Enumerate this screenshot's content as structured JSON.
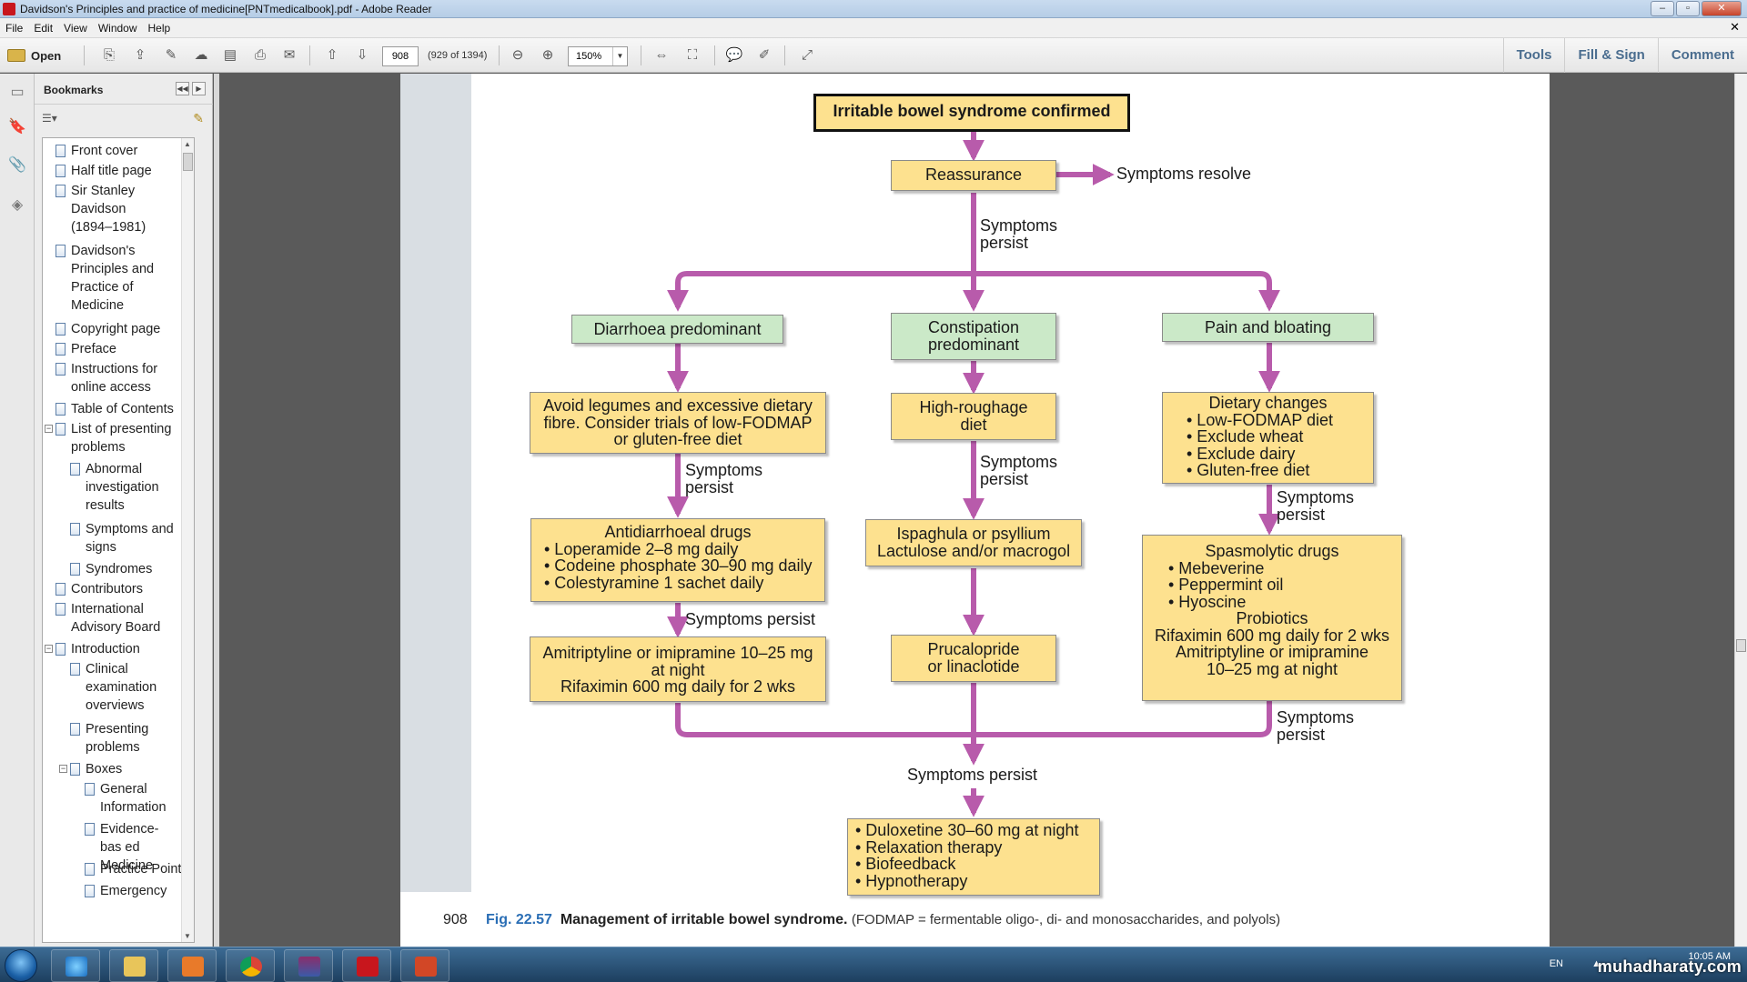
{
  "window": {
    "title": "Davidson's Principles and practice of medicine[PNTmedicalbook].pdf - Adobe Reader",
    "controls": [
      "–",
      "▫",
      "✕"
    ]
  },
  "menu": [
    "File",
    "Edit",
    "View",
    "Window",
    "Help"
  ],
  "toolbar": {
    "open_label": "Open",
    "page_value": "908",
    "page_of": "(929 of 1394)",
    "zoom_value": "150%",
    "links": [
      "Tools",
      "Fill & Sign",
      "Comment"
    ]
  },
  "bookmarks": {
    "title": "Bookmarks",
    "items": [
      {
        "label": "Front cover"
      },
      {
        "label": "Half title page"
      },
      {
        "label": "Sir Stanley Davidson (1894–1981)"
      },
      {
        "label": "Davidson's Principles and Practice of Medicine"
      },
      {
        "label": "Copyright page"
      },
      {
        "label": "Preface"
      },
      {
        "label": "Instructions for online access"
      },
      {
        "label": "Table of Contents"
      },
      {
        "label": "List of presenting problems"
      },
      {
        "label": "Abnormal investigation results"
      },
      {
        "label": "Symptoms and signs"
      },
      {
        "label": "Syndromes"
      },
      {
        "label": "Contributors"
      },
      {
        "label": "International Advisory Board"
      },
      {
        "label": "Introduction"
      },
      {
        "label": "Clinical examination overviews"
      },
      {
        "label": "Presenting problems"
      },
      {
        "label": "Boxes"
      },
      {
        "label": "General Information"
      },
      {
        "label": "Evidence-bas ed Medicine"
      },
      {
        "label": "Practice Point"
      },
      {
        "label": "Emergency"
      }
    ]
  },
  "flowchart": {
    "confirmed": "Irritable bowel syndrome confirmed",
    "reassurance": "Reassurance",
    "resolve": "Symptoms resolve",
    "persist_two_line": [
      "Symptoms",
      "persist"
    ],
    "persist_one_line": "Symptoms persist",
    "branches": {
      "diarrhoea": "Diarrhoea predominant",
      "constipation": [
        "Constipation",
        "predominant"
      ],
      "pain": "Pain and bloating"
    },
    "diarrhoea_step1": [
      "Avoid legumes and excessive dietary",
      "fibre. Consider trials of low-FODMAP",
      "or gluten-free diet"
    ],
    "diarrhoea_step2": [
      "Antidiarrhoeal drugs",
      "• Loperamide 2–8 mg daily",
      "• Codeine phosphate 30–90 mg daily",
      "• Colestyramine 1 sachet daily"
    ],
    "diarrhoea_step3": [
      "Amitriptyline or imipramine 10–25 mg",
      "at night",
      "Rifaximin 600 mg daily for 2 wks"
    ],
    "constipation_step1": [
      "High-roughage",
      "diet"
    ],
    "constipation_step2": [
      "Ispaghula or psyllium",
      "Lactulose and/or macrogol"
    ],
    "constipation_step3": [
      "Prucalopride",
      "or linaclotide"
    ],
    "pain_step1": [
      "Dietary changes",
      "• Low-FODMAP diet",
      "• Exclude wheat",
      "• Exclude dairy",
      "• Gluten-free diet"
    ],
    "pain_step2": [
      "Spasmolytic drugs",
      "• Mebeverine",
      "• Peppermint oil",
      "• Hyoscine",
      "Probiotics",
      "Rifaximin 600 mg daily for 2 wks",
      "Amitriptyline or imipramine",
      "10–25 mg at night"
    ],
    "final": [
      "• Duloxetine 30–60 mg at night",
      "• Relaxation therapy",
      "• Biofeedback",
      "• Hypnotherapy"
    ]
  },
  "page_footer": {
    "page_number": "908",
    "fig_number": "Fig. 22.57",
    "fig_title": "Management of irritable bowel syndrome.",
    "fig_note": "(FODMAP = fermentable oligo-, di- and monosaccharides, and polyols)"
  },
  "taskbar": {
    "language": "EN",
    "time": "10:05 AM",
    "watermark": "muhadharaty.com"
  },
  "colors": {
    "arrow": "#b85bab",
    "box_yellow": "#fde18f",
    "box_green": "#cbe9c8",
    "fig_blue": "#2a6eb5"
  }
}
